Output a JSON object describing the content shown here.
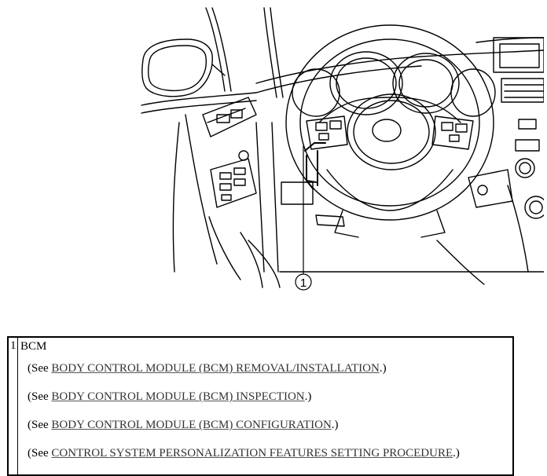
{
  "illustration": {
    "callout_number": "1"
  },
  "legend": {
    "item_number": "1",
    "title": "BCM",
    "references": [
      {
        "prefix": "(See ",
        "link": "BODY CONTROL MODULE (BCM) REMOVAL/INSTALLATION",
        "suffix": ".)"
      },
      {
        "prefix": "(See ",
        "link": "BODY CONTROL MODULE (BCM) INSPECTION",
        "suffix": ".)"
      },
      {
        "prefix": "(See ",
        "link": "BODY CONTROL MODULE (BCM) CONFIGURATION",
        "suffix": ".)"
      },
      {
        "prefix": "(See ",
        "link": "CONTROL SYSTEM PERSONALIZATION FEATURES SETTING PROCEDURE",
        "suffix": ".)"
      }
    ]
  }
}
